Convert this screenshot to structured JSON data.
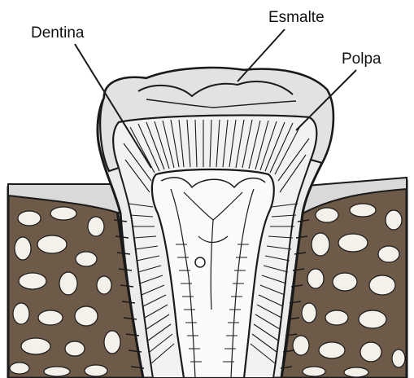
{
  "labels": {
    "dentin": "Dentina",
    "enamel": "Esmalte",
    "pulp": "Polpa"
  },
  "colors": {
    "bone": "#6e5a48",
    "bone_holes": "#f4f0ea",
    "tooth_fill": "#ececec",
    "enamel": "#e2e2e2",
    "gum": "#d9d9d9",
    "line": "#1a1a1a"
  }
}
